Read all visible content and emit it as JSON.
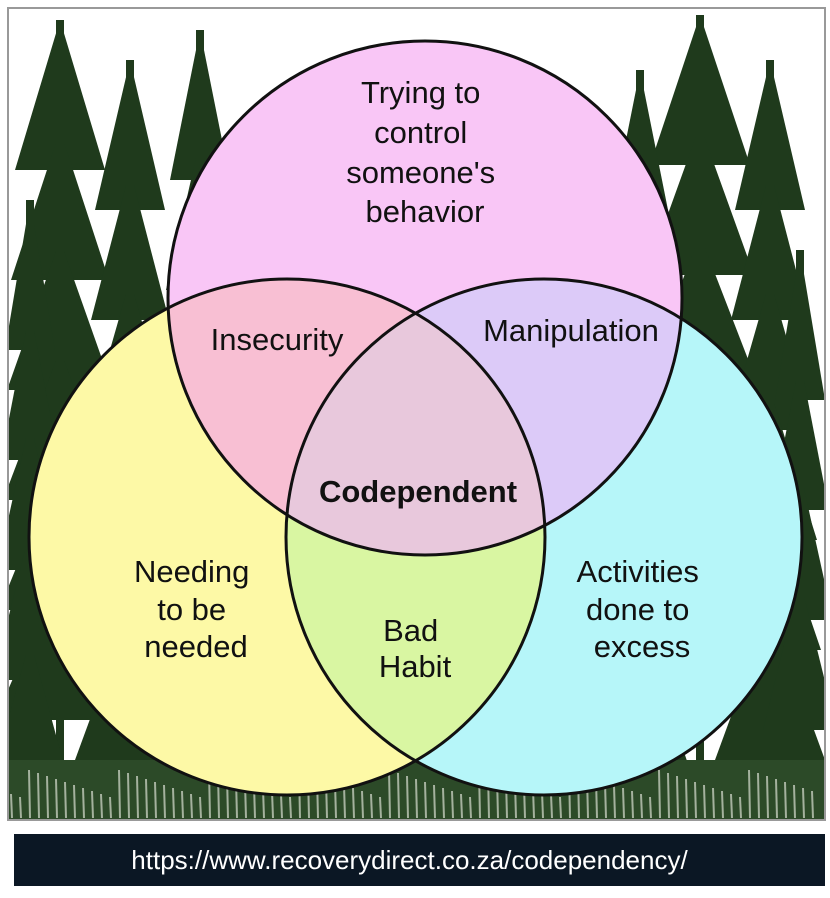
{
  "diagram": {
    "type": "venn",
    "sets": {
      "top": {
        "lines": [
          "Trying to",
          "control",
          "someone's",
          "behavior"
        ],
        "color": "#f9c6f6"
      },
      "left": {
        "lines": [
          "Needing",
          "to be",
          "needed"
        ],
        "color": "#fdf9a6"
      },
      "right": {
        "lines": [
          "Activities",
          "done to",
          "excess"
        ],
        "color": "#b6f6f9"
      }
    },
    "intersections": {
      "top_left": {
        "label": "Insecurity",
        "color": "#f8bfd3"
      },
      "top_right": {
        "label": "Manipulation",
        "color": "#dccaf8"
      },
      "left_right": {
        "lines": [
          "Bad",
          "Habit"
        ],
        "color": "#d9f6a2"
      },
      "all": {
        "label": "Codependent",
        "color": "#e8c8dc"
      }
    },
    "background": {
      "tree_color": "#1f3a1c",
      "grass_color": "#2c4a28"
    }
  },
  "caption": {
    "url": "https://www.recoverydirect.co.za/codependency/",
    "bg": "#0b1724"
  }
}
